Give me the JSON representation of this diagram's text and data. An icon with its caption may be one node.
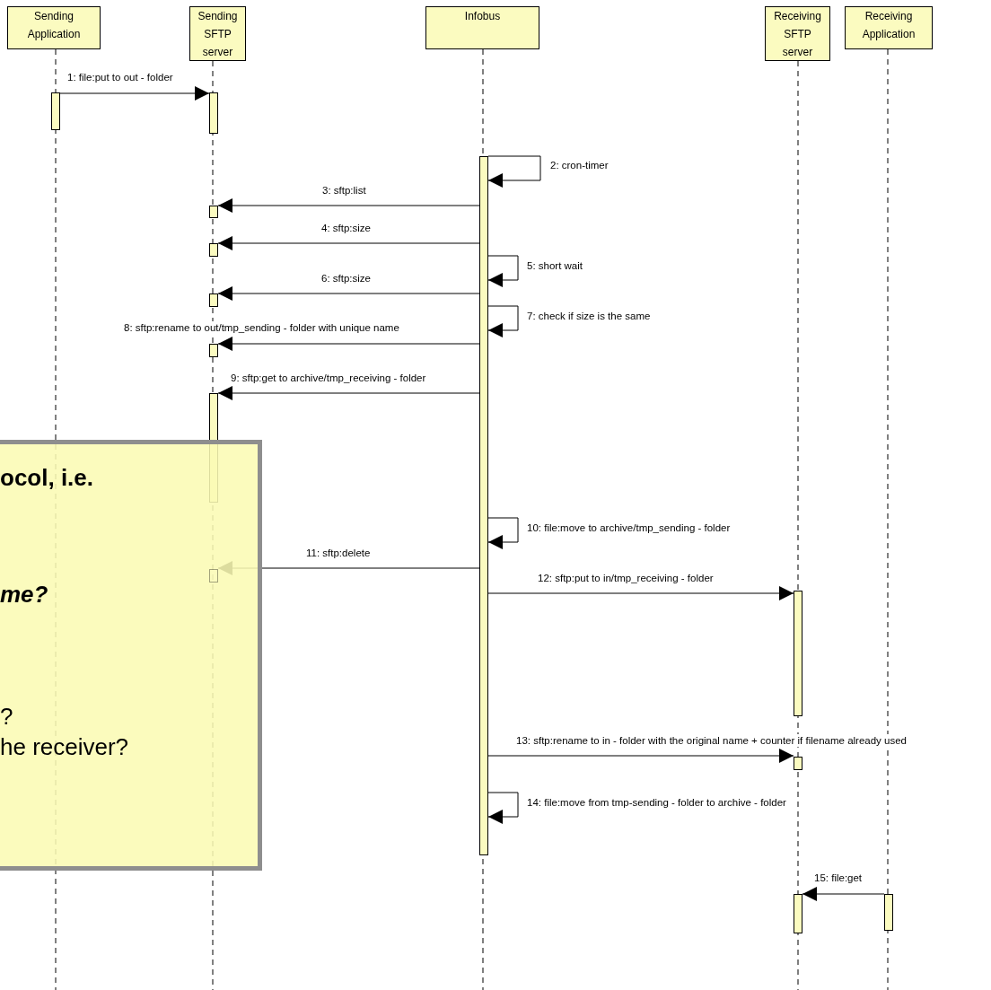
{
  "diagram": {
    "nodes": [
      {
        "text": [
          "Sending Application"
        ]
      },
      {
        "text": [
          "Sending SFTP server"
        ]
      },
      {
        "text": [
          "Infobus"
        ]
      },
      {
        "text": [
          "Receiving SFTP server"
        ]
      },
      {
        "text": [
          "Receiving Application"
        ]
      },
      {
        "text": [],
        "shape": "bar"
      },
      {
        "text": [],
        "shape": "bar"
      },
      {
        "text": [],
        "shape": "bar"
      },
      {
        "text": [],
        "shape": "bar"
      },
      {
        "text": [],
        "shape": "bar"
      },
      {
        "text": [],
        "shape": "bar"
      },
      {
        "text": [],
        "shape": "bar"
      },
      {
        "text": [],
        "shape": "bar"
      },
      {
        "text": [
          "ocol, i.e.",
          "me?",
          "?",
          "he receiver?"
        ]
      },
      {
        "text": [],
        "shape": "bar",
        "in": 13
      },
      {
        "text": [],
        "shape": "bar"
      },
      {
        "text": [],
        "shape": "bar"
      },
      {
        "text": [],
        "shape": "bar"
      },
      {
        "text": [],
        "shape": "bar"
      }
    ],
    "edges": [
      {
        "from": 5,
        "to": 6,
        "arrow": "to",
        "label": "1: file:put to out - folder"
      },
      {
        "from": 7,
        "to": 7,
        "arrow": "to",
        "label": "2: cron-timer"
      },
      {
        "from": 7,
        "to": 8,
        "arrow": "to",
        "label": "3: sftp:list"
      },
      {
        "from": 7,
        "to": 9,
        "arrow": "to",
        "label": "4: sftp:size"
      },
      {
        "from": 7,
        "to": 7,
        "arrow": "to",
        "label": "5: short wait"
      },
      {
        "from": 7,
        "to": 10,
        "arrow": "to",
        "label": "6: sftp:size"
      },
      {
        "from": 7,
        "to": 7,
        "arrow": "to",
        "label": "7: check if size is the same"
      },
      {
        "from": 7,
        "to": 11,
        "arrow": "to",
        "label": "8: sftp:rename to out/tmp_sending - folder with unique name"
      },
      {
        "from": 7,
        "to": 12,
        "arrow": "to",
        "label": "9: sftp:get to archive/tmp_receiving - folder"
      },
      {
        "from": 7,
        "to": 7,
        "arrow": "to",
        "label": "10: file:move to archive/tmp_sending - folder"
      },
      {
        "from": 7,
        "to": 14,
        "arrow": "to",
        "label": "11: sftp:delete"
      },
      {
        "from": 7,
        "to": 15,
        "arrow": "to",
        "label": "12: sftp:put to in/tmp_receiving - folder"
      },
      {
        "from": 7,
        "to": 16,
        "arrow": "to",
        "label": "13: sftp:rename to in - folder with the original name + counter if filename already used"
      },
      {
        "from": 7,
        "to": 7,
        "arrow": "to",
        "label": "14: file:move from tmp-sending - folder to archive - folder"
      },
      {
        "from": 18,
        "to": 17,
        "arrow": "to",
        "label": "15: file:get"
      }
    ]
  }
}
